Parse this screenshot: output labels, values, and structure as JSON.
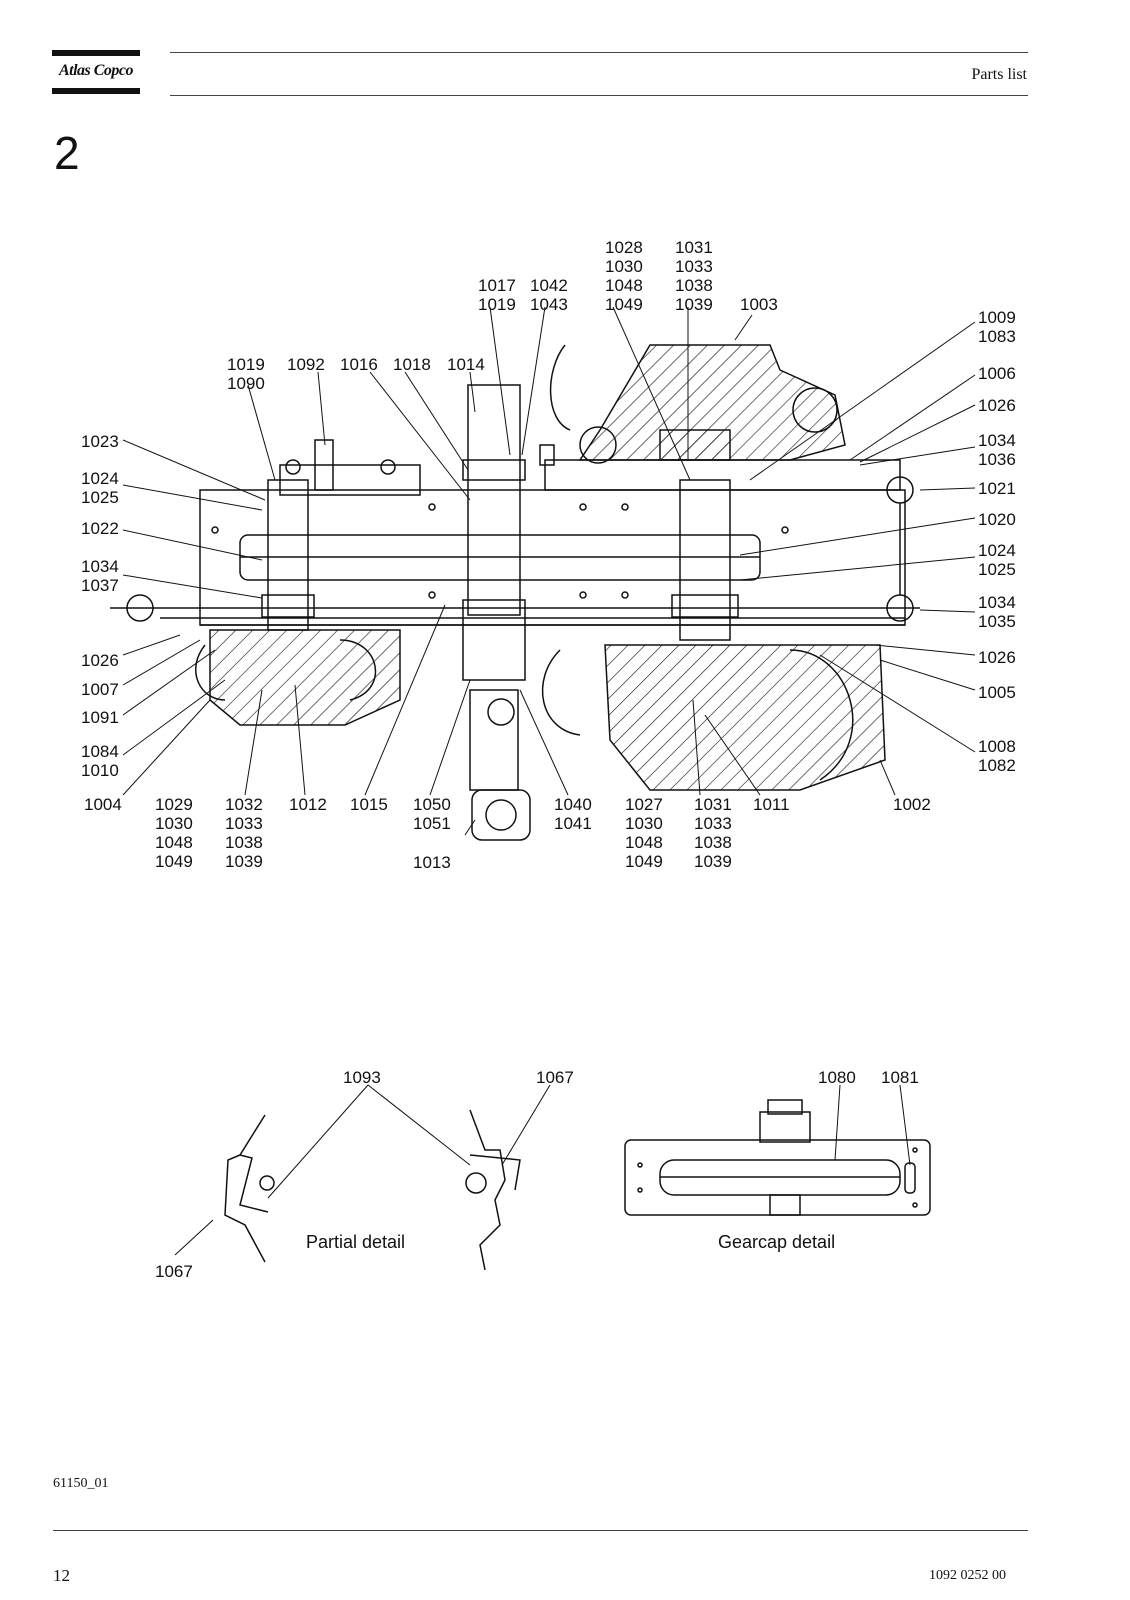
{
  "header": {
    "brand": "Atlas Copco",
    "title": "Parts list",
    "section_number": "2"
  },
  "main_drawing": {
    "labels": {
      "l_1028_1030_1048_1049": "1028\n1030\n1048\n1049",
      "l_1031_1033_1038_1039_top": "1031\n1033\n1038\n1039",
      "l_1017_1019": "1017\n1019",
      "l_1042_1043": "1042\n1043",
      "l_1003": "1003",
      "l_1009_1083": "1009\n1083",
      "l_1019_1090": "1019\n1090",
      "l_1092": "1092",
      "l_1016": "1016",
      "l_1018": "1018",
      "l_1014": "1014",
      "l_1006": "1006",
      "l_1026_right_top": "1026",
      "l_1023": "1023",
      "l_1034_1036": "1034\n1036",
      "l_1024_1025_left": "1024\n1025",
      "l_1021": "1021",
      "l_1022": "1022",
      "l_1020": "1020",
      "l_1034_1037": "1034\n1037",
      "l_1024_1025_right": "1024\n1025",
      "l_1034_1035": "1034\n1035",
      "l_1026_left": "1026",
      "l_1026_right": "1026",
      "l_1007": "1007",
      "l_1005": "1005",
      "l_1091": "1091",
      "l_1084_1010": "1084\n1010",
      "l_1008_1082": "1008\n1082",
      "l_1004": "1004",
      "l_1029_1030_1048_1049": "1029\n1030\n1048\n1049",
      "l_1032_1033_1038_1039": "1032\n1033\n1038\n1039",
      "l_1012": "1012",
      "l_1015": "1015",
      "l_1050_1051": "1050\n1051",
      "l_1013": "1013",
      "l_1040_1041": "1040\n1041",
      "l_1027_1030_1048_1049": "1027\n1030\n1048\n1049",
      "l_1031_1033_1038_1039_bottom": "1031\n1033\n1038\n1039",
      "l_1011": "1011",
      "l_1002": "1002"
    }
  },
  "partial_detail": {
    "caption": "Partial detail",
    "labels": {
      "l_1093": "1093",
      "l_1067_top": "1067",
      "l_1067_bottom": "1067"
    }
  },
  "gearcap_detail": {
    "caption": "Gearcap detail",
    "labels": {
      "l_1080": "1080",
      "l_1081": "1081"
    }
  },
  "footer": {
    "drawing_code": "61150_01",
    "page_number": "12",
    "document_number": "1092 0252 00"
  }
}
